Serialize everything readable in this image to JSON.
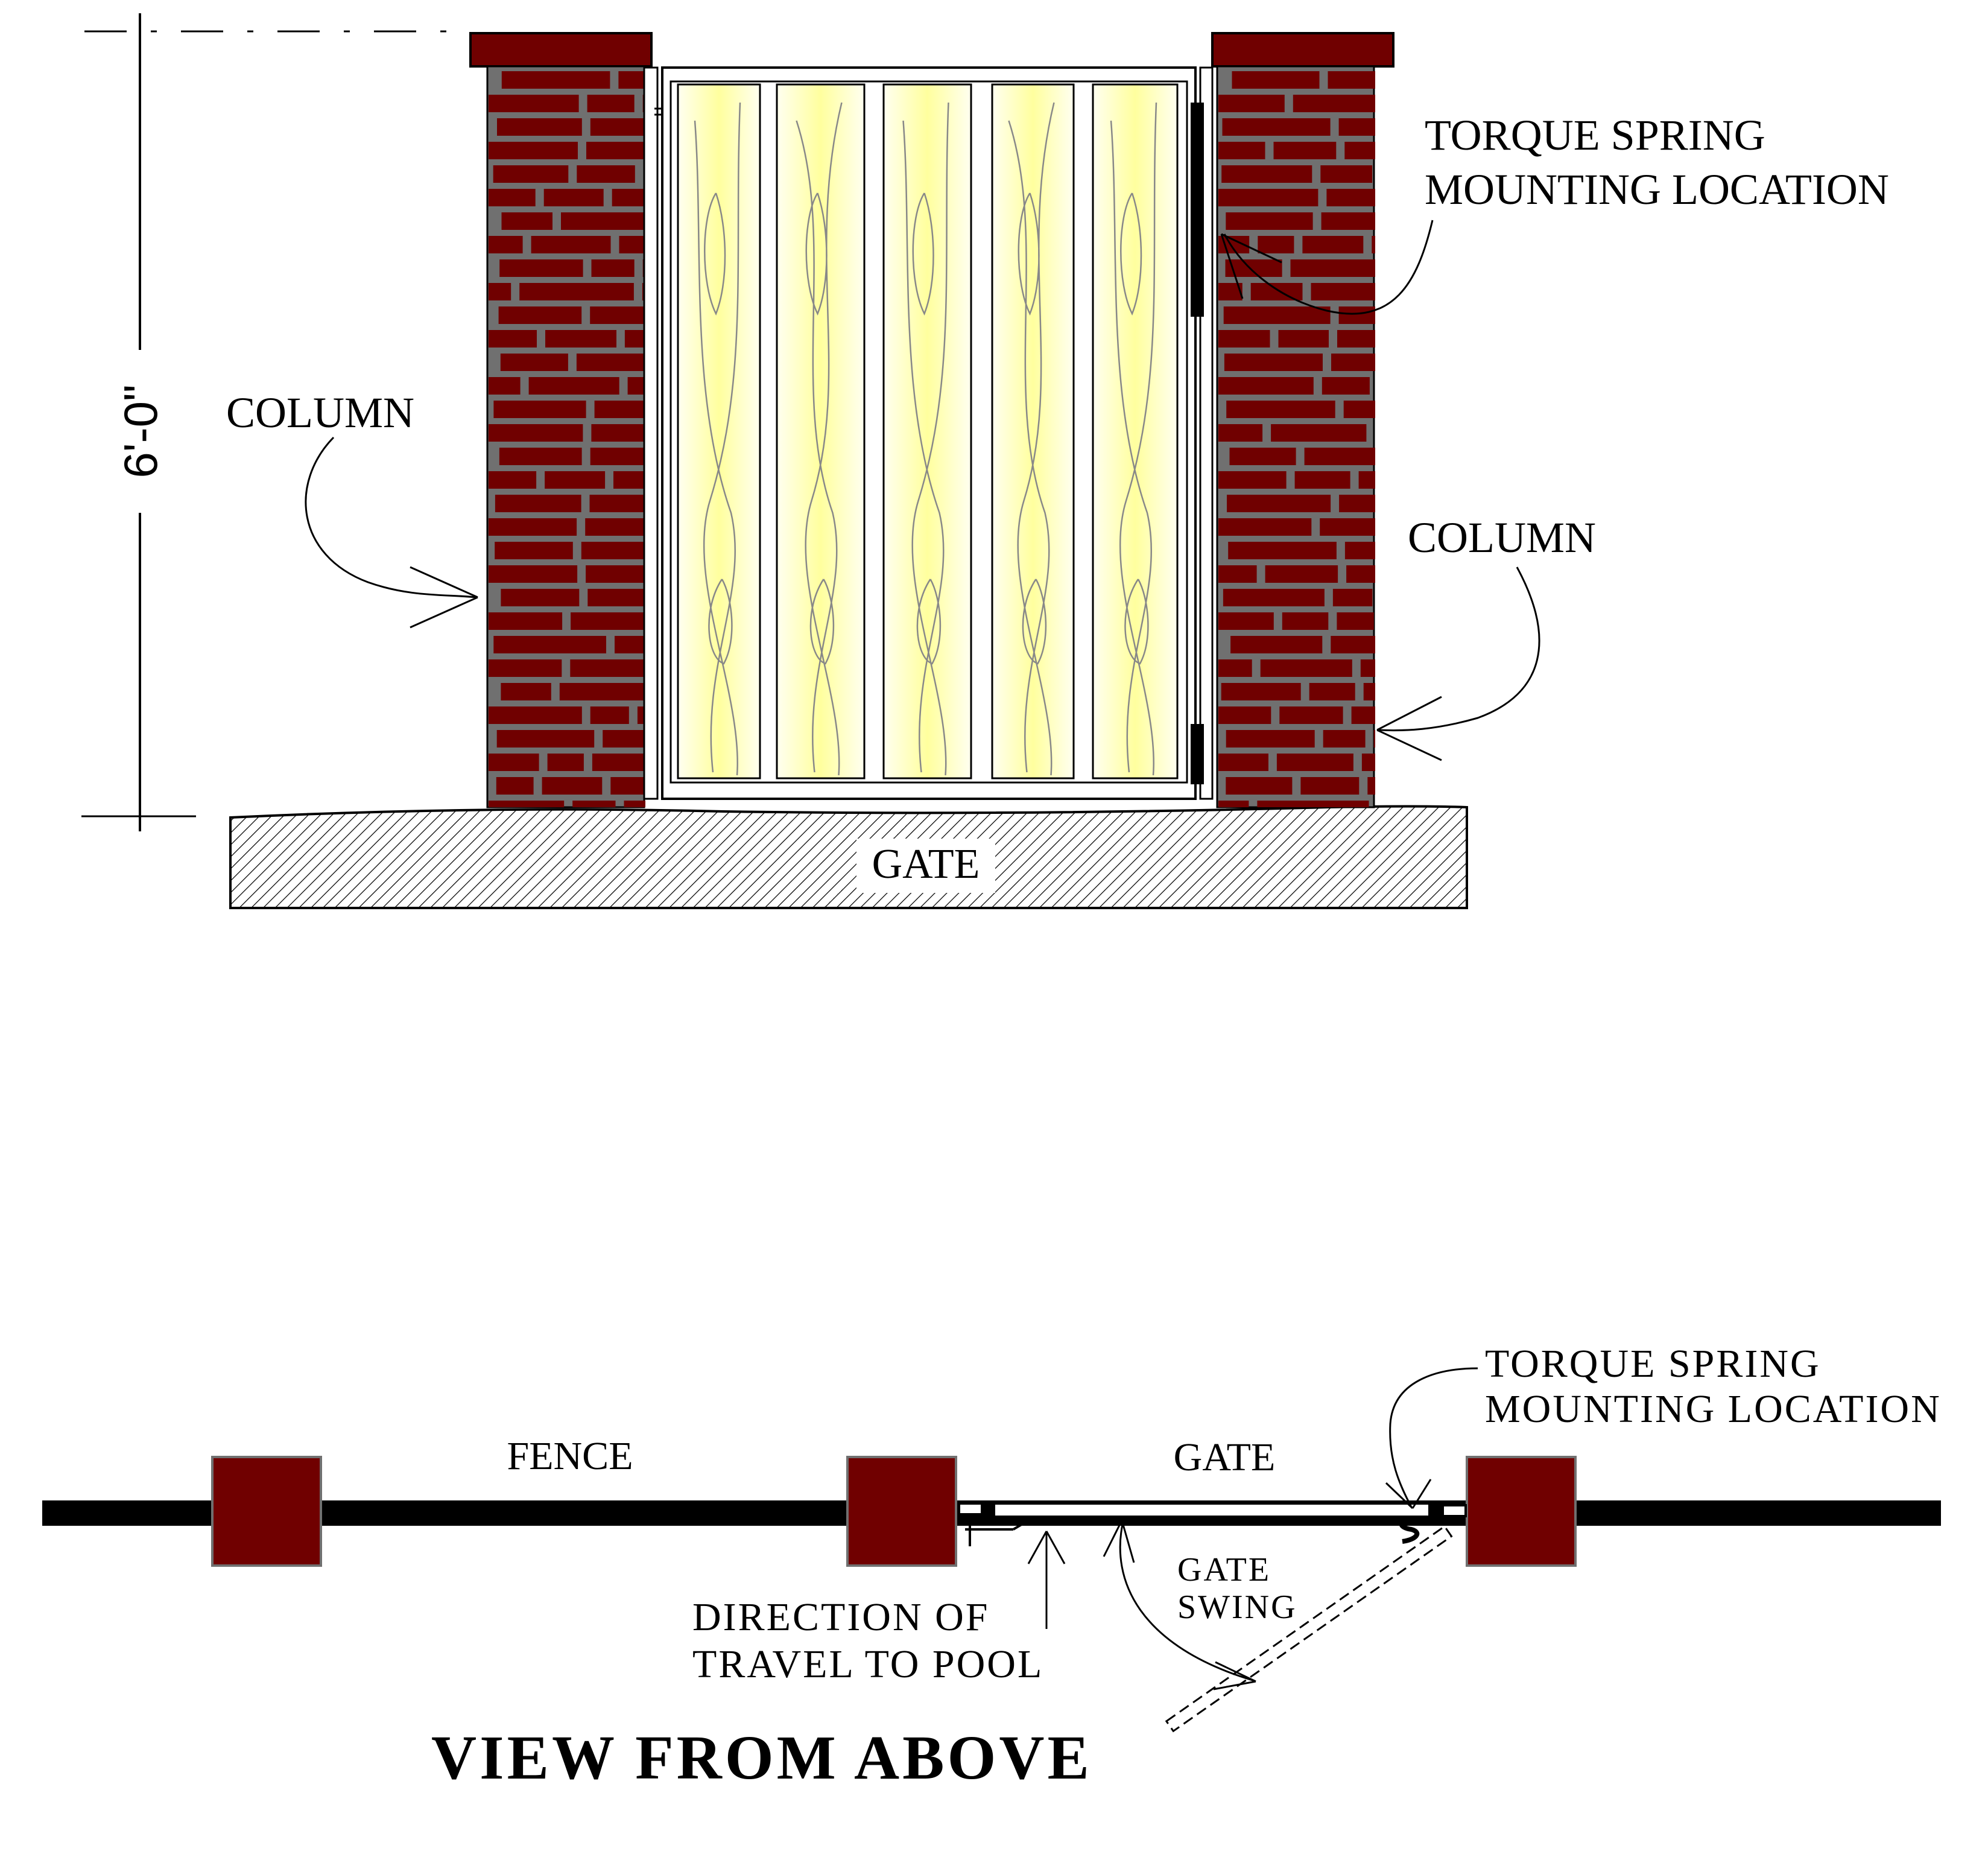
{
  "elevation": {
    "height_dimension": "6'-0\"",
    "column_left_label": "COLUMN",
    "column_right_label": "COLUMN",
    "torque_label_line1": "TORQUE SPRING",
    "torque_label_line2": "MOUNTING LOCATION",
    "gate_label": "GATE"
  },
  "plan": {
    "title": "VIEW FROM ABOVE",
    "fence_label": "FENCE",
    "gate_label": "GATE",
    "torque_label_line1": "TORQUE SPRING",
    "torque_label_line2": "MOUNTING LOCATION",
    "gate_swing_line1": "GATE",
    "gate_swing_line2": "SWING",
    "direction_line1": "DIRECTION OF",
    "direction_line2": "TRAVEL TO POOL"
  },
  "colors": {
    "brick": "#700000",
    "mortar": "#707070",
    "wood_light": "#fffff0",
    "wood_glow": "#ffff9e",
    "hatch": "#000000"
  }
}
